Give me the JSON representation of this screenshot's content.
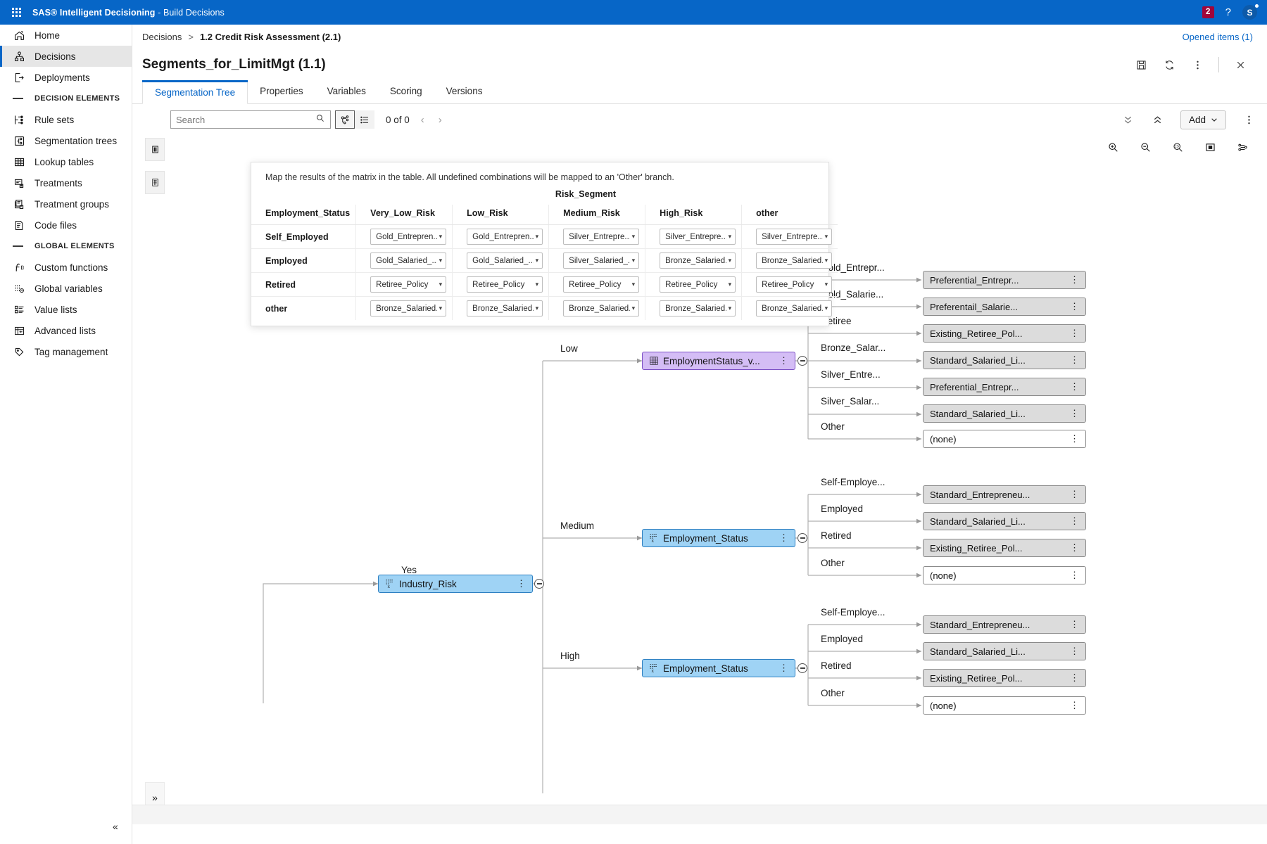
{
  "topbar": {
    "brand": "SAS® Intelligent Decisioning",
    "brand_sub": " - Build Decisions",
    "notification_count": "2",
    "help": "?",
    "avatar_initial": "S"
  },
  "sidebar": {
    "items": [
      {
        "label": "Home",
        "icon": "home-icon",
        "active": false
      },
      {
        "label": "Decisions",
        "icon": "decisions-icon",
        "active": true
      },
      {
        "label": "Deployments",
        "icon": "deployments-icon",
        "active": false
      }
    ],
    "section_decision_elements": "DECISION ELEMENTS",
    "decision_elements": [
      {
        "label": "Rule sets",
        "icon": "rule-sets-icon"
      },
      {
        "label": "Segmentation trees",
        "icon": "segmentation-trees-icon"
      },
      {
        "label": "Lookup tables",
        "icon": "lookup-tables-icon"
      },
      {
        "label": "Treatments",
        "icon": "treatments-icon"
      },
      {
        "label": "Treatment groups",
        "icon": "treatment-groups-icon"
      },
      {
        "label": "Code files",
        "icon": "code-files-icon"
      }
    ],
    "section_global_elements": "GLOBAL ELEMENTS",
    "global_elements": [
      {
        "label": "Custom functions",
        "icon": "custom-functions-icon"
      },
      {
        "label": "Global variables",
        "icon": "global-variables-icon"
      },
      {
        "label": "Value lists",
        "icon": "value-lists-icon"
      },
      {
        "label": "Advanced lists",
        "icon": "advanced-lists-icon"
      },
      {
        "label": "Tag management",
        "icon": "tag-management-icon"
      }
    ],
    "collapse": "«"
  },
  "breadcrumb": {
    "root": "Decisions",
    "separator": ">",
    "current": "1.2 Credit Risk Assessment (2.1)",
    "opened_items": "Opened items (1)"
  },
  "header": {
    "title": "Segments_for_LimitMgt (1.1)"
  },
  "tabs": [
    {
      "label": "Segmentation Tree",
      "active": true
    },
    {
      "label": "Properties",
      "active": false
    },
    {
      "label": "Variables",
      "active": false
    },
    {
      "label": "Scoring",
      "active": false
    },
    {
      "label": "Versions",
      "active": false
    }
  ],
  "toolbar": {
    "search_placeholder": "Search",
    "search_value": "",
    "result_count": "0 of 0",
    "prev": "‹",
    "next": "›",
    "add_label": "Add"
  },
  "matrix": {
    "description": "Map the results of the matrix in the table. All undefined combinations will be mapped to an 'Other' branch.",
    "super_header": "Risk_Segment",
    "columns": [
      "Employment_Status",
      "Very_Low_Risk",
      "Low_Risk",
      "Medium_Risk",
      "High_Risk",
      "other"
    ],
    "rows": [
      {
        "label": "Self_Employed",
        "values": [
          "Gold_Entrepren...",
          "Gold_Entrepren...",
          "Silver_Entrepre...",
          "Silver_Entrepre...",
          "Silver_Entrepre..."
        ]
      },
      {
        "label": "Employed",
        "values": [
          "Gold_Salaried_...",
          "Gold_Salaried_...",
          "Silver_Salaried_...",
          "Bronze_Salaried...",
          "Bronze_Salaried..."
        ]
      },
      {
        "label": "Retired",
        "values": [
          "Retiree_Policy",
          "Retiree_Policy",
          "Retiree_Policy",
          "Retiree_Policy",
          "Retiree_Policy"
        ]
      },
      {
        "label": "other",
        "values": [
          "Bronze_Salaried...",
          "Bronze_Salaried...",
          "Bronze_Salaried...",
          "Bronze_Salaried...",
          "Bronze_Salaried..."
        ]
      }
    ]
  },
  "tree": {
    "root": {
      "label": "Industry_Risk",
      "branch_label": "Yes",
      "icon": "variable-icon"
    },
    "branches": [
      {
        "edge": "Low",
        "node": {
          "label": "EmploymentStatus_v...",
          "color": "purple",
          "icon": "matrix-icon"
        },
        "leaves": [
          {
            "edge": "Gold_Entrepr...",
            "result": "Preferential_Entrepr...",
            "empty": false
          },
          {
            "edge": "Gold_Salarie...",
            "result": "Preferentail_Salarie...",
            "empty": false
          },
          {
            "edge": "Retiree",
            "result": "Existing_Retiree_Pol...",
            "empty": false
          },
          {
            "edge": "Bronze_Salar...",
            "result": "Standard_Salaried_Li...",
            "empty": false
          },
          {
            "edge": "Silver_Entre...",
            "result": "Preferential_Entrepr...",
            "empty": false
          },
          {
            "edge": "Silver_Salar...",
            "result": "Standard_Salaried_Li...",
            "empty": false
          },
          {
            "edge": "Other",
            "result": "(none)",
            "empty": true
          }
        ]
      },
      {
        "edge": "Medium",
        "node": {
          "label": "Employment_Status",
          "color": "blue",
          "icon": "variable-icon"
        },
        "leaves": [
          {
            "edge": "Self-Employe...",
            "result": "Standard_Entrepreneu...",
            "empty": false
          },
          {
            "edge": "Employed",
            "result": "Standard_Salaried_Li...",
            "empty": false
          },
          {
            "edge": "Retired",
            "result": "Existing_Retiree_Pol...",
            "empty": false
          },
          {
            "edge": "Other",
            "result": "(none)",
            "empty": true
          }
        ]
      },
      {
        "edge": "High",
        "node": {
          "label": "Employment_Status",
          "color": "blue",
          "icon": "variable-icon"
        },
        "leaves": [
          {
            "edge": "Self-Employe...",
            "result": "Standard_Entrepreneu...",
            "empty": false
          },
          {
            "edge": "Employed",
            "result": "Standard_Salaried_Li...",
            "empty": false
          },
          {
            "edge": "Retired",
            "result": "Existing_Retiree_Pol...",
            "empty": false
          },
          {
            "edge": "Other",
            "result": "(none)",
            "empty": true
          }
        ]
      }
    ],
    "expand_rail": "»"
  },
  "colors": {
    "brand_blue": "#0766c7",
    "node_blue": "#9fd3f5",
    "node_purple": "#d4bdf5",
    "badge_red": "#a2053a"
  }
}
